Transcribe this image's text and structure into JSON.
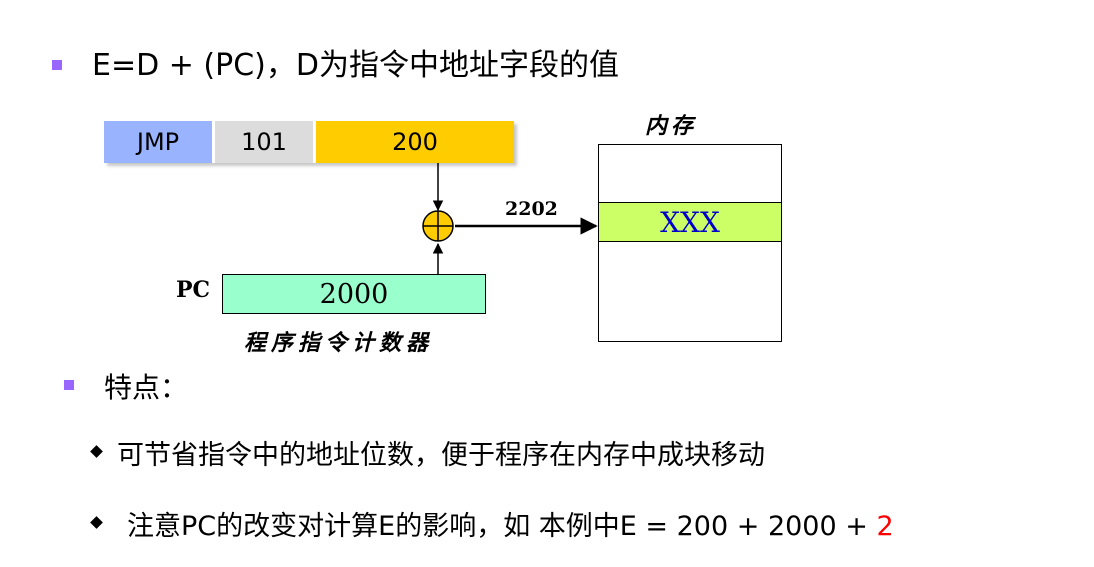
{
  "bullets": {
    "formula": "E=D + (PC)，D为指令中地址字段的值",
    "features_label": "特点：",
    "point1": "可节省指令中的地址位数，便于程序在内存中成块移动",
    "point2_prefix": "注意PC的改变对计算E的影响，如 本例中E = 200 + 2000 + ",
    "point2_highlight": "2"
  },
  "instruction": {
    "opcode": "JMP",
    "mode": "101",
    "address": "200"
  },
  "pc": {
    "label": "PC",
    "value": "2000",
    "caption": "程序指令计数器"
  },
  "memory": {
    "title": "内存",
    "cell_value": "XXX"
  },
  "effective_address": "2202",
  "colors": {
    "bullet_square": "#9966ff",
    "opcode_bg": "#99b3ff",
    "mode_bg": "#dcdcdc",
    "address_bg": "#ffcc00",
    "pc_bg": "#99ffcc",
    "memory_cell_bg": "#ccff66",
    "memory_cell_text": "#0000cc",
    "highlight_red": "#ff0000",
    "adder_fill": "#ffcc00"
  },
  "icons": {
    "bullet": "square-bullet",
    "sub_bullet": "diamond-bullet",
    "adder": "circle-plus-icon"
  }
}
